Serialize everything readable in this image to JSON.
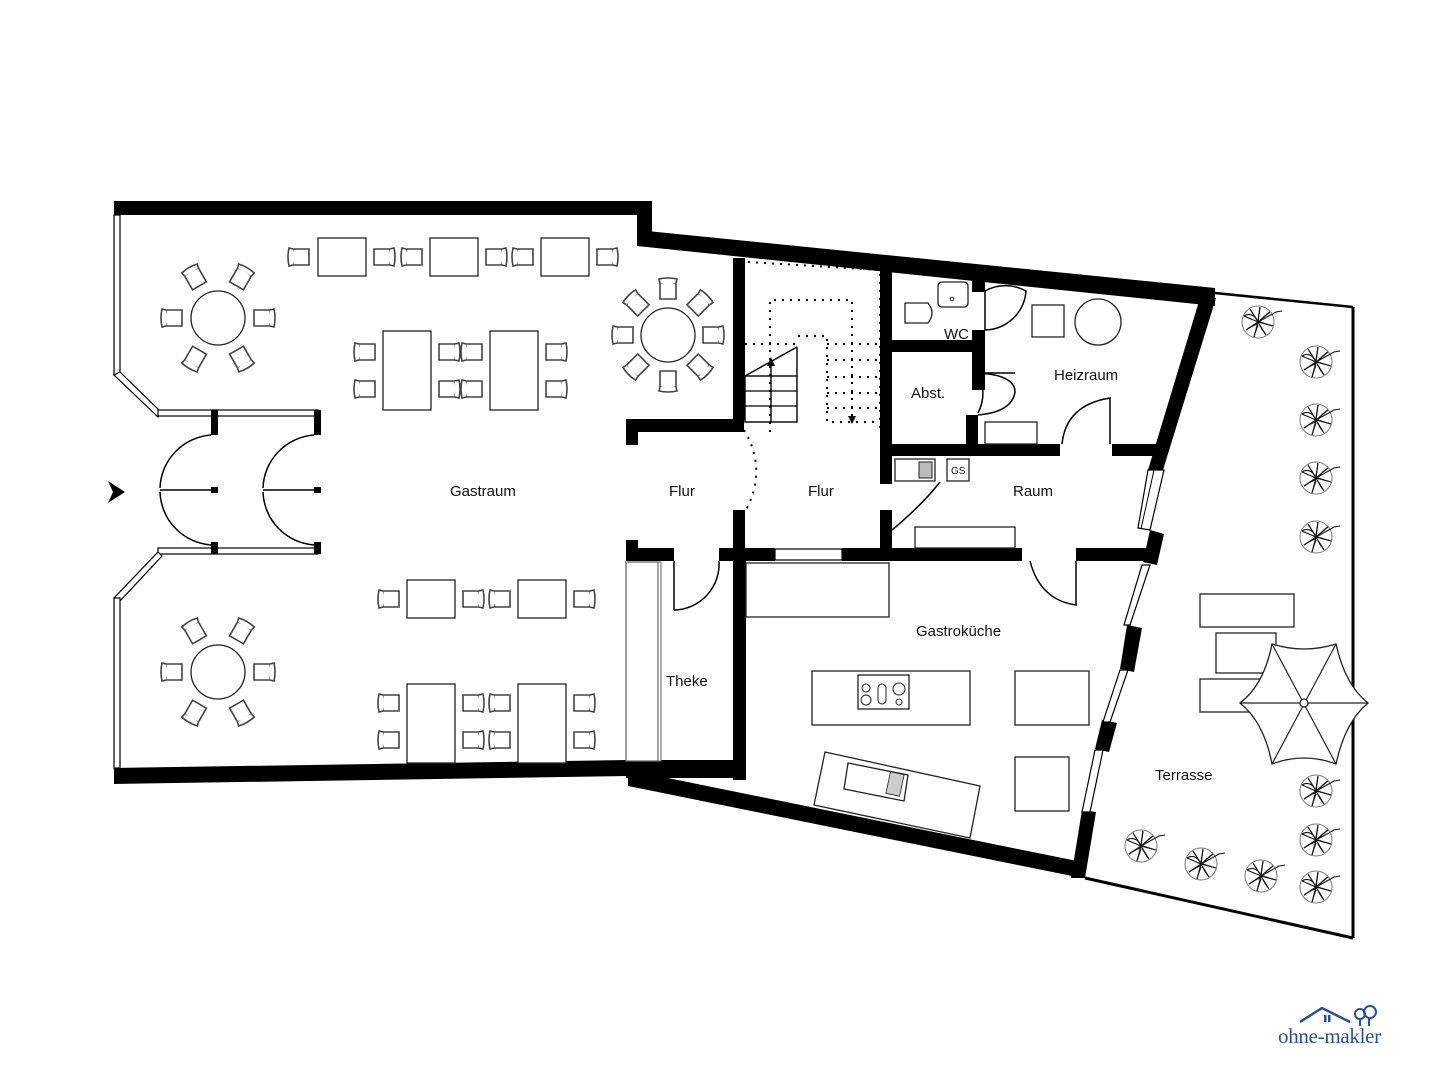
{
  "plan": {
    "rooms": [
      {
        "id": "gastraum",
        "label": "Gastraum"
      },
      {
        "id": "flur1",
        "label": "Flur"
      },
      {
        "id": "flur2",
        "label": "Flur"
      },
      {
        "id": "wc",
        "label": "WC"
      },
      {
        "id": "abst",
        "label": "Abst."
      },
      {
        "id": "heizraum",
        "label": "Heizraum"
      },
      {
        "id": "raum",
        "label": "Raum"
      },
      {
        "id": "theke",
        "label": "Theke"
      },
      {
        "id": "gastrokueche",
        "label": "Gastroküche"
      },
      {
        "id": "terrasse",
        "label": "Terrasse"
      }
    ],
    "fixtures": {
      "gas_meter_label": "GS"
    },
    "entrance_marker": "entrance-arrow",
    "colors": {
      "wall": "#000000",
      "background": "#ffffff",
      "furniture_stroke": "#222222",
      "logo_blue": "#2a4fa0"
    }
  },
  "branding": {
    "logo_text": "ohne-makler"
  }
}
